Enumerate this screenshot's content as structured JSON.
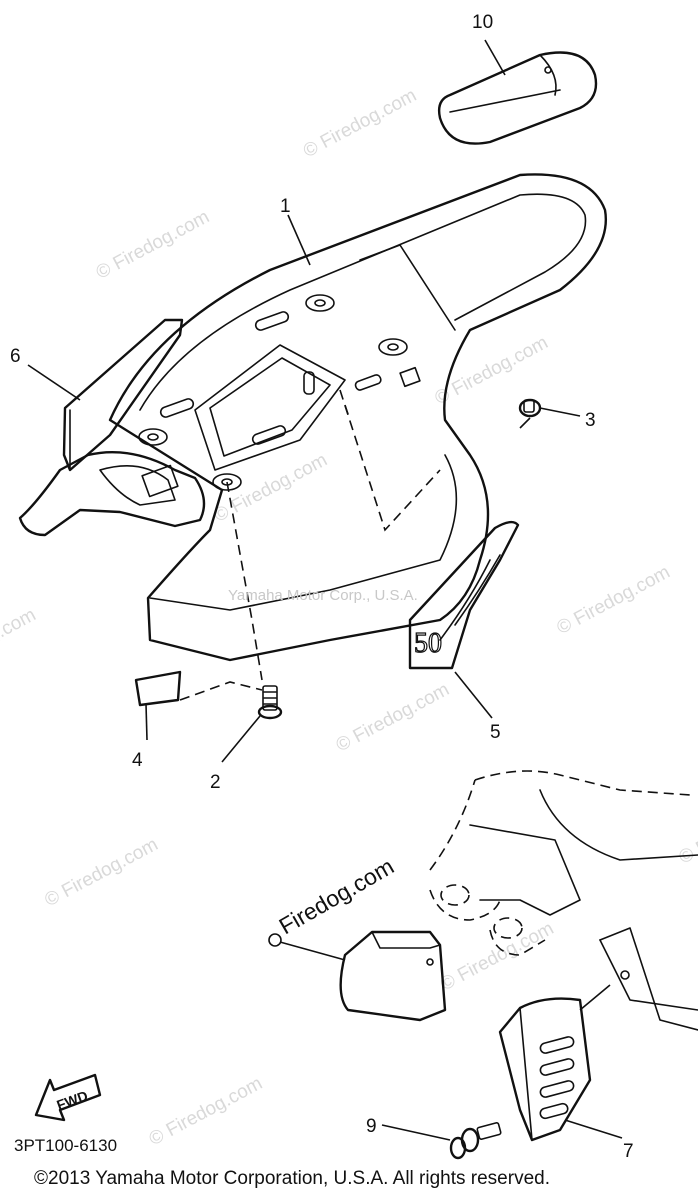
{
  "diagram": {
    "callouts": [
      {
        "id": "1",
        "label": "1"
      },
      {
        "id": "2",
        "label": "2"
      },
      {
        "id": "3",
        "label": "3"
      },
      {
        "id": "4",
        "label": "4"
      },
      {
        "id": "5",
        "label": "5"
      },
      {
        "id": "6",
        "label": "6"
      },
      {
        "id": "7",
        "label": "7"
      },
      {
        "id": "9",
        "label": "9"
      },
      {
        "id": "10",
        "label": "10"
      }
    ],
    "decal_text": "50",
    "fwd_label": "FWD",
    "part_watermark": "Yamaha Motor Corp., U.S.A.",
    "inline_brand": "Firedog.com",
    "watermark_text": "© Firedog.com"
  },
  "footer": {
    "diagram_code": "3PT100-6130",
    "copyright": "©2013 Yamaha Motor Corporation, U.S.A. All rights reserved."
  }
}
